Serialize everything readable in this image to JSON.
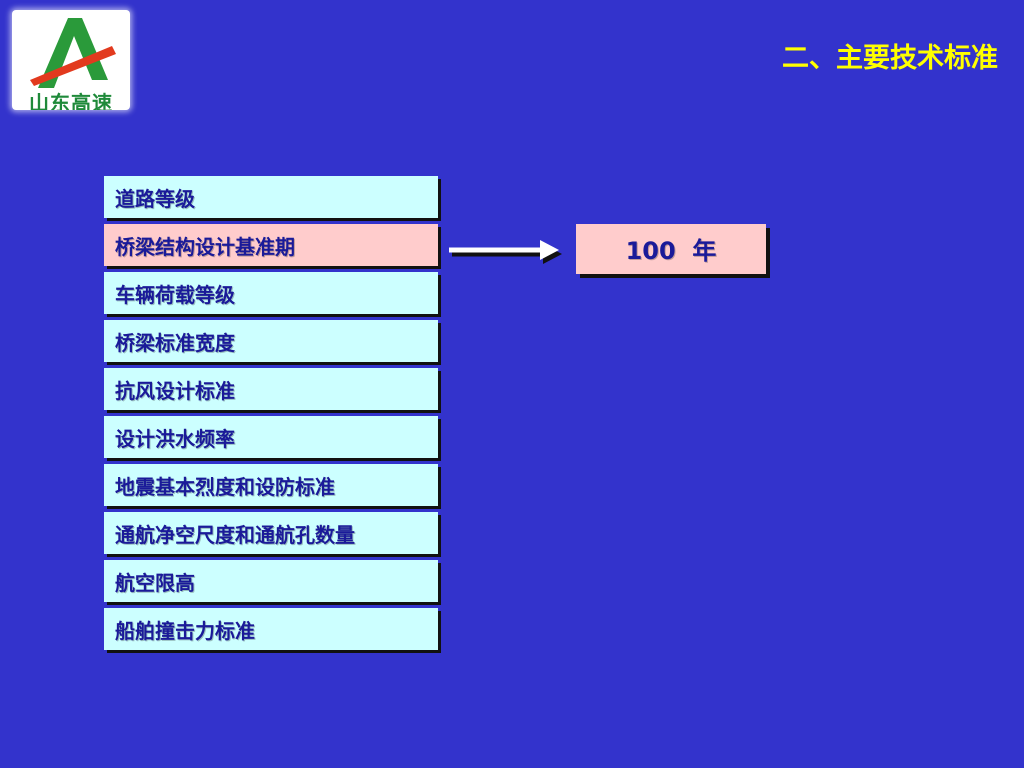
{
  "logo": {
    "text": "山东高速"
  },
  "title": "二、主要技术标准",
  "items": [
    {
      "label": "道路等级"
    },
    {
      "label": "桥梁结构设计基准期",
      "selected": true
    },
    {
      "label": "车辆荷载等级"
    },
    {
      "label": "桥梁标准宽度"
    },
    {
      "label": "抗风设计标准"
    },
    {
      "label": "设计洪水频率"
    },
    {
      "label": "地震基本烈度和设防标准"
    },
    {
      "label": "通航净空尺度和通航孔数量"
    },
    {
      "label": "航空限高"
    },
    {
      "label": "船舶撞击力标准"
    }
  ],
  "result": {
    "value": "100  年"
  },
  "colors": {
    "background": "#3333cc",
    "title": "#ffff00",
    "item_bg": "#ccffff",
    "item_selected_bg": "#ffcccc",
    "item_text": "#1a1a99"
  }
}
